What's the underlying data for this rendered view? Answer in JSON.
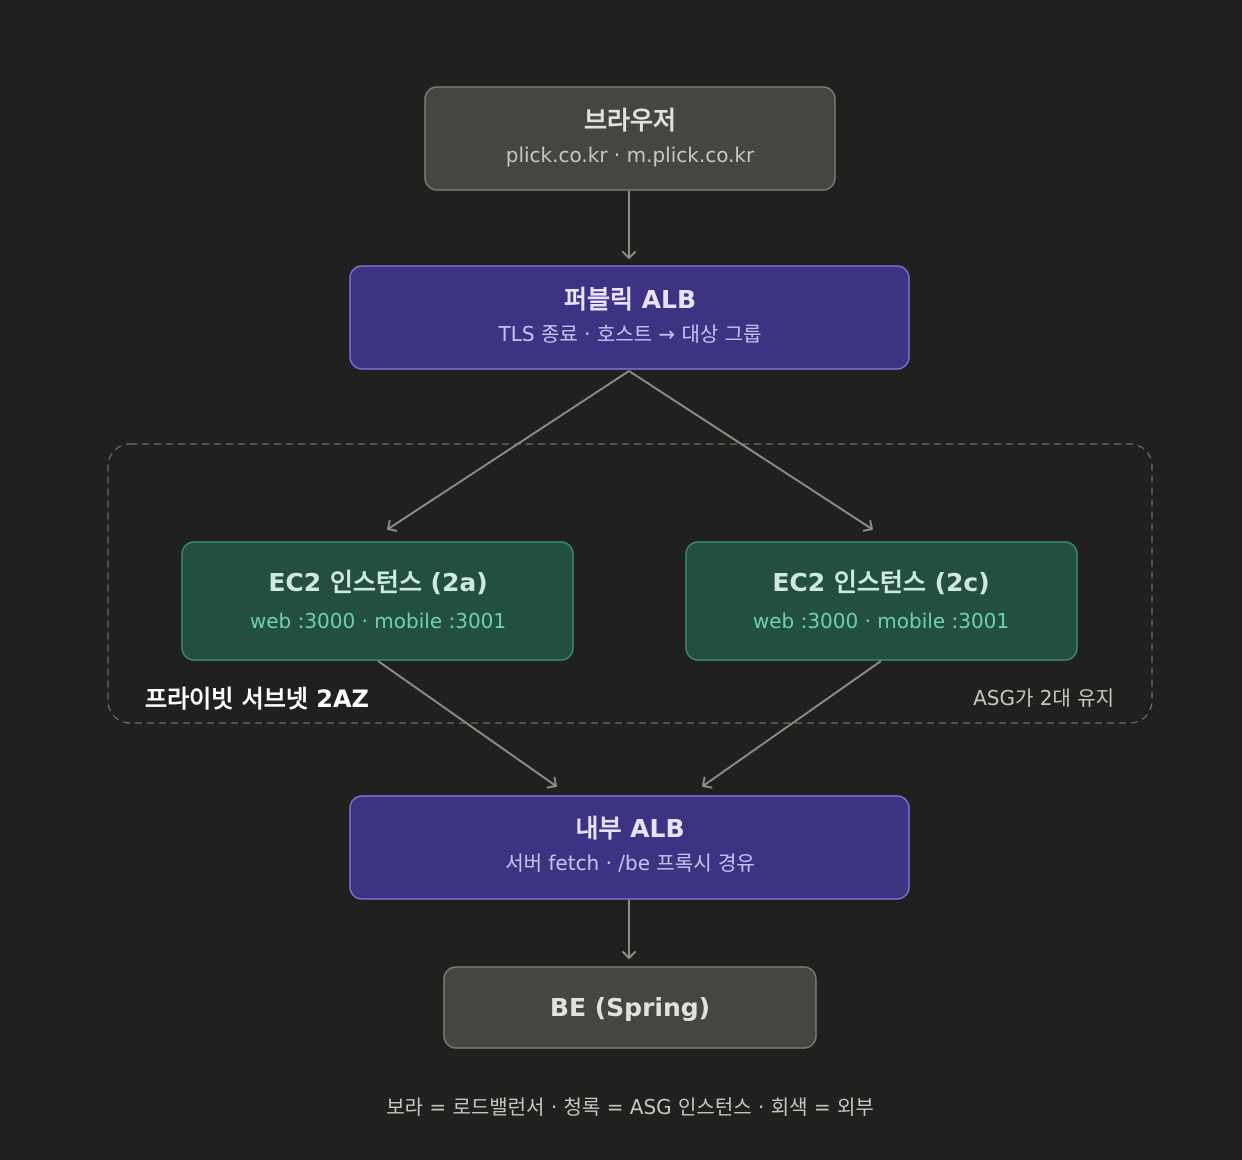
{
  "nodes": {
    "browser": {
      "title": "브라우저",
      "subtitle": "plick.co.kr · m.plick.co.kr"
    },
    "public_alb": {
      "title": "퍼블릭 ALB",
      "subtitle": "TLS 종료 · 호스트 → 대상 그룹"
    },
    "ec2_2a": {
      "title": "EC2 인스턴스 (2a)",
      "subtitle": "web :3000 · mobile :3001"
    },
    "ec2_2c": {
      "title": "EC2 인스턴스 (2c)",
      "subtitle": "web :3000 · mobile :3001"
    },
    "internal_alb": {
      "title": "내부 ALB",
      "subtitle": "서버 fetch · /be 프록시 경유"
    },
    "backend": {
      "title": "BE (Spring)"
    }
  },
  "group": {
    "label": "프라이빗 서브넷 2AZ",
    "note": "ASG가 2대 유지"
  },
  "legend": "보라 = 로드밸런서 · 청록 = ASG 인스턴스 · 회색 = 외부",
  "colors": {
    "background": "#20201f",
    "external": "#454542",
    "load_balancer": "#3c3482",
    "asg_instance": "#224f41",
    "edge": "#8d8c88"
  }
}
